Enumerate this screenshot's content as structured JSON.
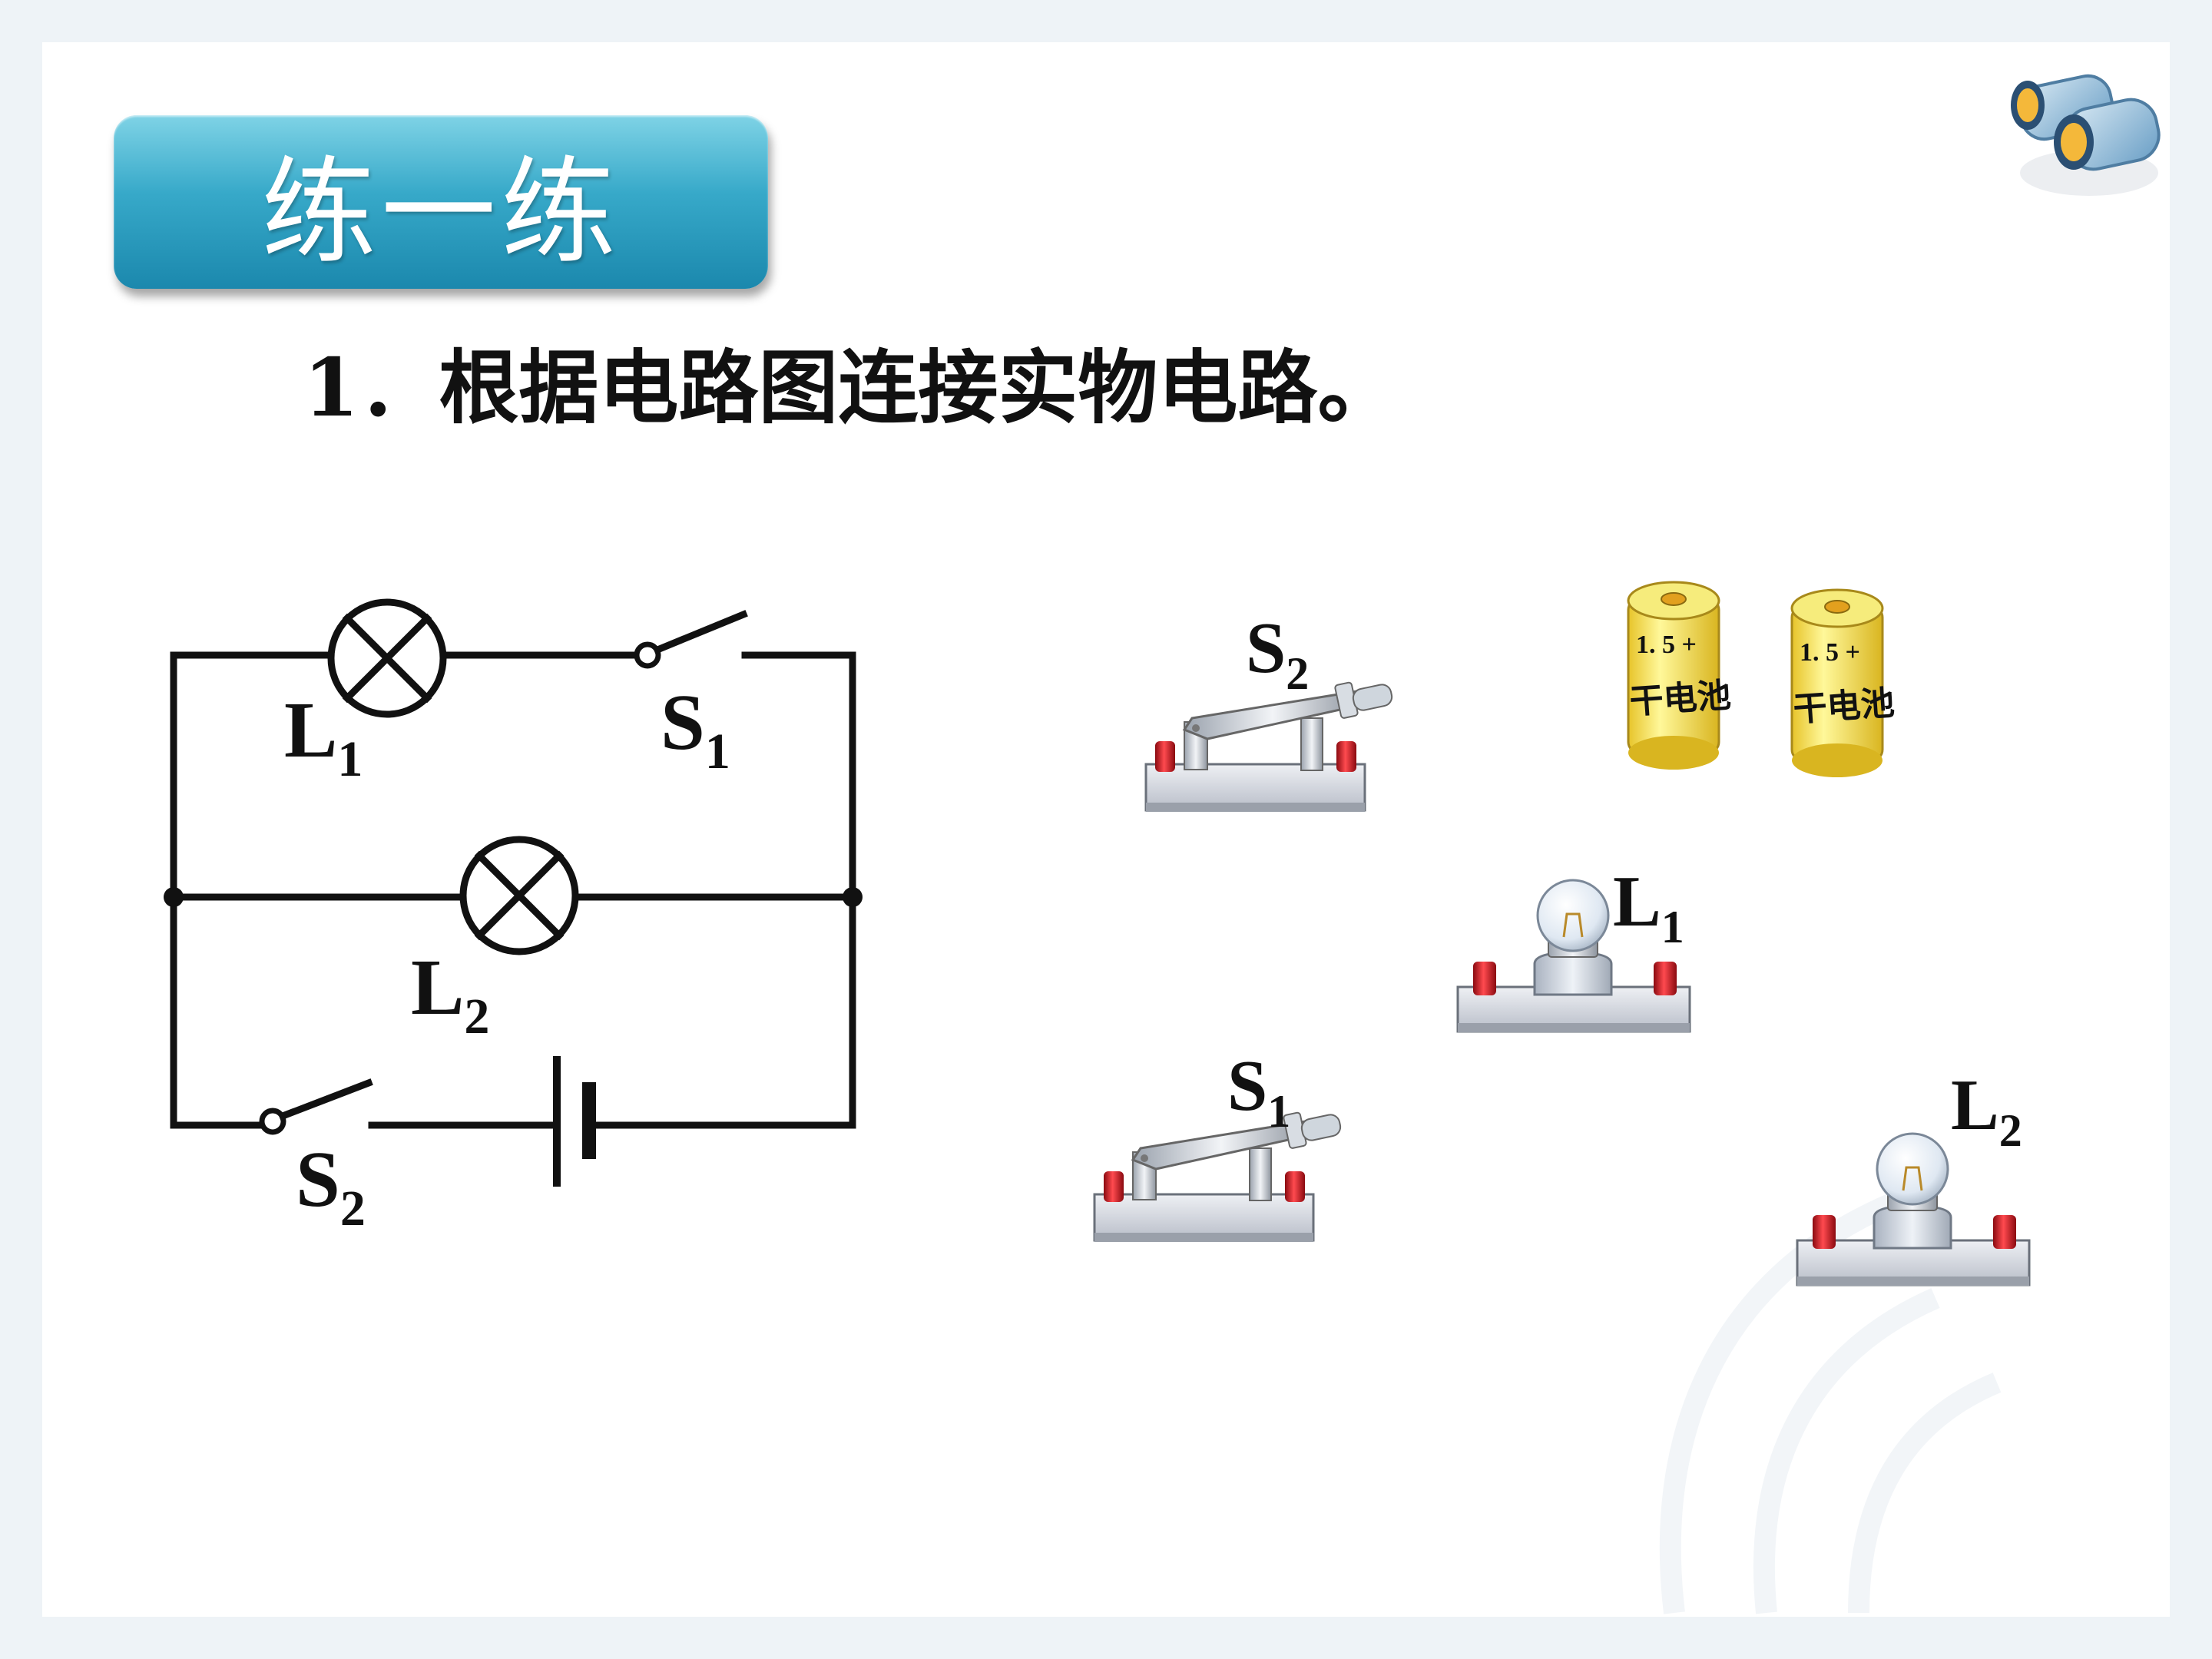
{
  "header": {
    "tab_title": "练一练",
    "question": "1．根据电路图连接实物电路。"
  },
  "diagram": {
    "labels": {
      "L1_main": "L",
      "L1_sub": "1",
      "S1_main": "S",
      "S1_sub": "1",
      "L2_main": "L",
      "L2_sub": "2",
      "S2_main": "S",
      "S2_sub": "2"
    }
  },
  "components": {
    "battery_label_top": "1. 5 +",
    "battery_label_body": "干电池",
    "switch_s2": {
      "main": "S",
      "sub": "2"
    },
    "switch_s1": {
      "main": "S",
      "sub": "1"
    },
    "lamp_l1": {
      "main": "L",
      "sub": "1"
    },
    "lamp_l2": {
      "main": "L",
      "sub": "2"
    }
  },
  "colors": {
    "title_tab": "#2ea3c6",
    "terminal_red": "#c8141c",
    "battery_yellow": "#f2e34a",
    "base_gray": "#d4d8e0"
  },
  "icons": [
    "binoculars-icon"
  ]
}
